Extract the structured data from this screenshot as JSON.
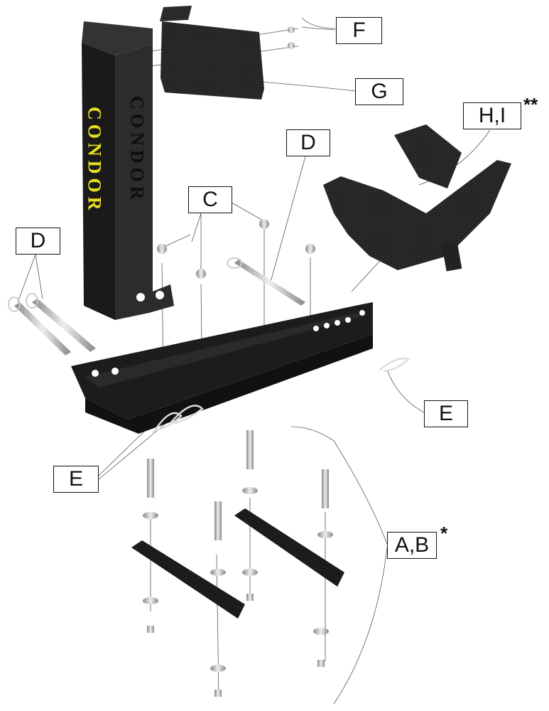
{
  "title": "Exploded parts diagram",
  "brand_text": "CONDOR",
  "labels": {
    "f": "F",
    "g": "G",
    "hi": "H,I",
    "hi_mark": "**",
    "d_upper": "D",
    "c": "C",
    "d_left": "D",
    "e_right": "E",
    "e_left": "E",
    "ab": "A,B",
    "ab_mark": "*"
  },
  "colors": {
    "part": "#1c1c1c",
    "brand": "#e8e020",
    "line": "#555555",
    "steel": "#b8b8b8"
  }
}
